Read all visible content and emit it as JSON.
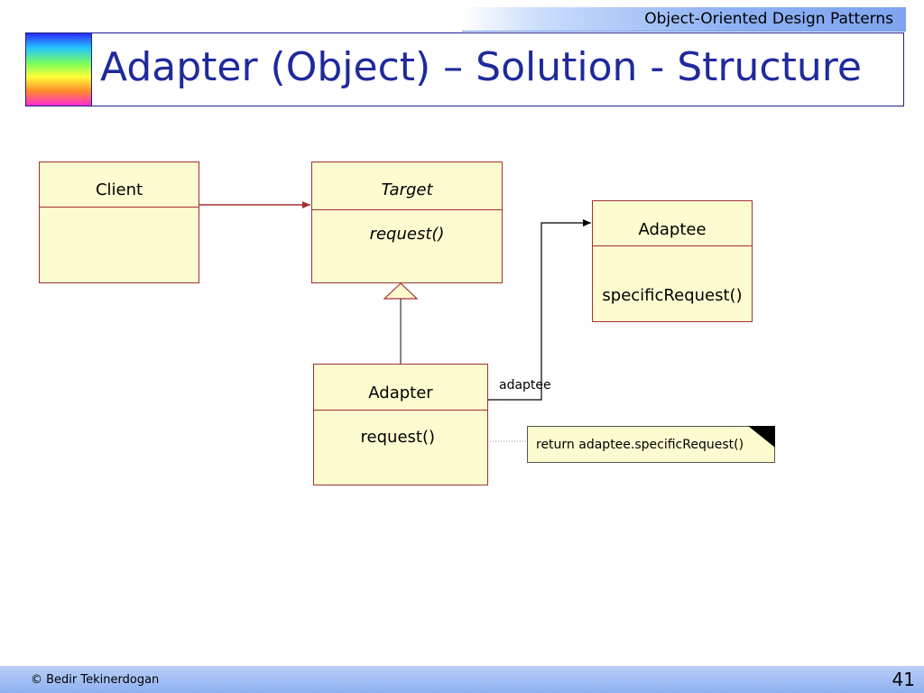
{
  "header": {
    "course": "Object-Oriented Design Patterns"
  },
  "title": "Adapter (Object) – Solution - Structure",
  "diagram": {
    "client": {
      "name": "Client"
    },
    "target": {
      "name": "Target",
      "operation": "request()"
    },
    "adaptee": {
      "name": "Adaptee",
      "operation": "specificRequest()"
    },
    "adapter": {
      "name": "Adapter",
      "operation": "request()"
    },
    "association_label": "adaptee",
    "note": "return adaptee.specificRequest()",
    "colors": {
      "class_fill": "#fdfbd0",
      "class_border": "#a23030",
      "title_text": "#1f2a9c"
    }
  },
  "footer": {
    "author": "© Bedir Tekinerdogan",
    "page_number": "41"
  }
}
